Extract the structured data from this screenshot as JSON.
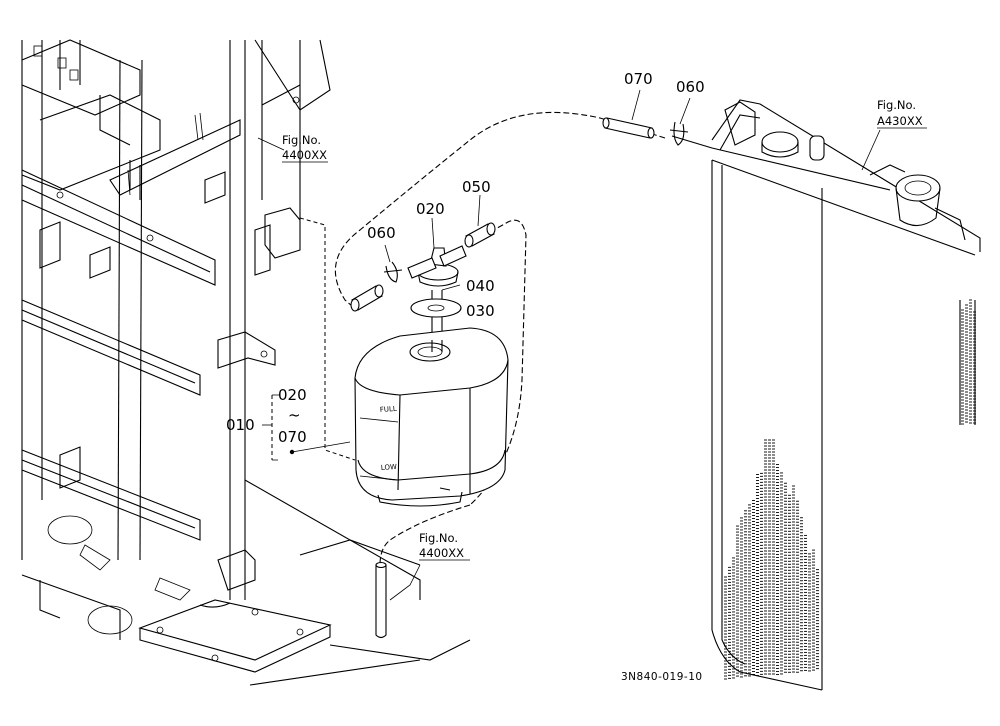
{
  "parts": {
    "p010": "010",
    "p020": "020",
    "p020b": "020",
    "tilde": "~",
    "p030": "030",
    "p040": "040",
    "p050": "050",
    "p060a": "060",
    "p060b": "060",
    "p070": "070",
    "p070b": "070"
  },
  "refs": {
    "fig_label": "Fig.No.",
    "ref1": "4400XX",
    "ref2": "A430XX",
    "ref3": "4400XX"
  },
  "tank": {
    "full": "FULL",
    "low": "LOW"
  },
  "drawing_code": "3N840-019-10"
}
